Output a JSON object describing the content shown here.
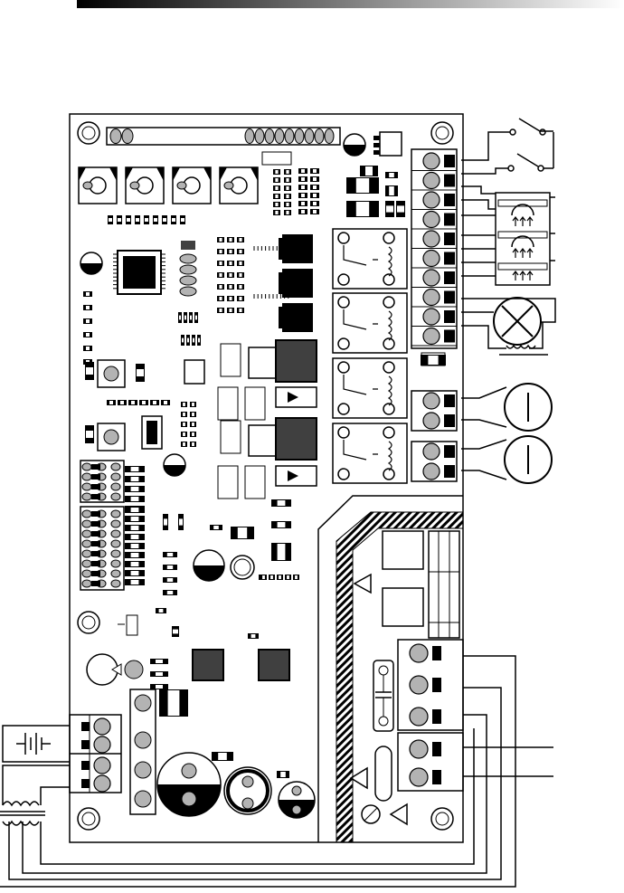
{
  "colors": {
    "ink": "#000000",
    "paper": "#ffffff",
    "component_fill": "#b3b3b3",
    "component_dark": "#404040",
    "header_bar_gradient": [
      "#000000",
      "#ffffff"
    ]
  },
  "board": {
    "terminal_block_right_positions": 10,
    "terminal_block_lower_right_positions": 5,
    "terminal_block_left_positions": 4,
    "relays": 4,
    "potentiometers": 4,
    "mounting_holes": 5
  },
  "external_components": {
    "switches": 2,
    "photocells": 3,
    "lamp": 1,
    "motors": 2,
    "battery": 1,
    "transformer": 1
  },
  "icons": [
    "switch-icon",
    "photocell-icon",
    "lamp-icon",
    "motor-icon",
    "battery-icon",
    "transformer-icon",
    "warning-triangle-icon",
    "fuse-icon"
  ]
}
